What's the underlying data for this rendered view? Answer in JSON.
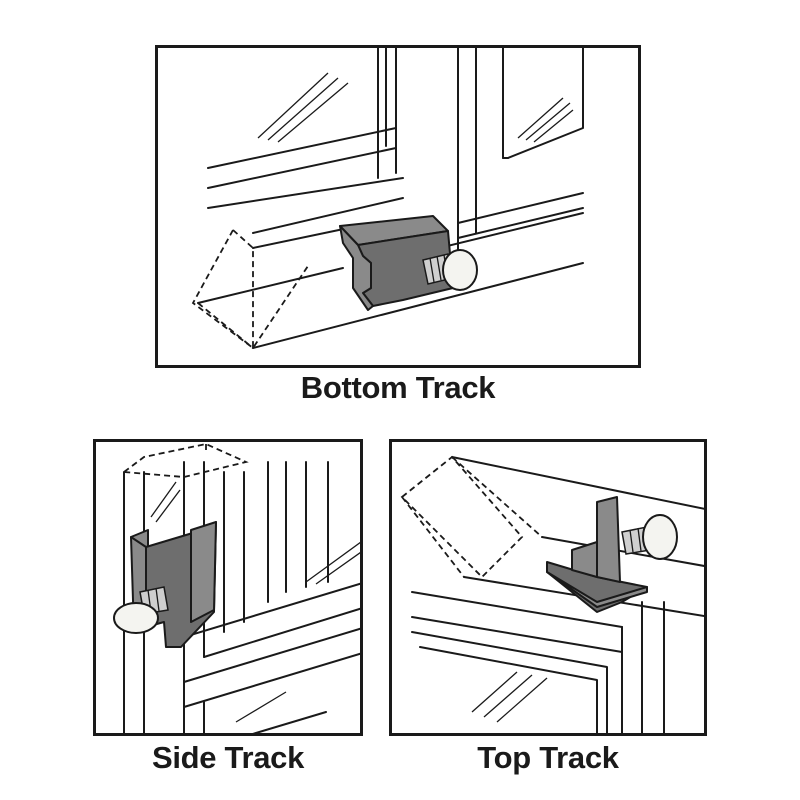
{
  "captions": {
    "bottom": "Bottom Track",
    "side": "Side Track",
    "top": "Top Track"
  },
  "colors": {
    "lock_body": "#8a8a8a",
    "outline": "#1a1a1a",
    "knob": "#f4f4f0"
  },
  "icons": [
    "window-lock-illustration",
    "thumbscrew-knob"
  ]
}
